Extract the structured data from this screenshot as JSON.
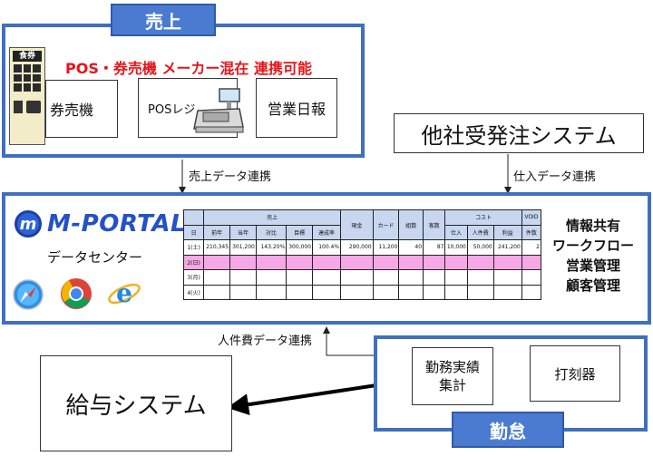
{
  "sales": {
    "tab": "売上",
    "headline": "POS・券売機 メーカー混在 連携可能",
    "vm_label": "食券",
    "boxes": [
      "券売機",
      "POSレジ",
      "営業日報"
    ]
  },
  "other_system": "他社受発注システム",
  "links": {
    "sales_data": "売上データ連携",
    "purchase_data": "仕入データ連携",
    "labor_data": "人件費データ連携"
  },
  "portal": {
    "logo_mark": "m",
    "logo_text": "M-PORTAL",
    "datacenter": "データセンター",
    "browsers": [
      "safari-icon",
      "chrome-icon",
      "ie-icon"
    ],
    "features": [
      "情報共有",
      "ワークフロー",
      "営業管理",
      "顧客管理"
    ],
    "table": {
      "group_headers": {
        "sales": "売上",
        "cash": "現金",
        "card": "カード",
        "count": "組数",
        "guests": "客数",
        "cost": "コスト",
        "void": "VOID"
      },
      "sub_headers": [
        "日",
        "前年",
        "当年",
        "対比",
        "目標",
        "達成率",
        "仕入",
        "人件費",
        "利益",
        "件数"
      ],
      "rows": [
        [
          "1(土)",
          "210,345",
          "301,200",
          "143.20%",
          "300,000",
          "100.4%",
          "290,000",
          "11,200",
          "40",
          "87",
          "10,000",
          "50,000",
          "241,200",
          "2"
        ],
        [
          "2(日)"
        ],
        [
          "3(月)"
        ],
        [
          "4(火)"
        ]
      ]
    }
  },
  "payroll": "給与システム",
  "attendance": {
    "tab": "勤怠",
    "boxes": [
      "勤務実績集計",
      "打刻器"
    ],
    "box1_lines": [
      "勤務実績",
      "集計"
    ]
  },
  "colors": {
    "frame": "#3f6fc2",
    "tab": "#4a7bd1",
    "red": "#e8141a",
    "pink": "#f6a8e6",
    "header": "#c8d7ef"
  }
}
